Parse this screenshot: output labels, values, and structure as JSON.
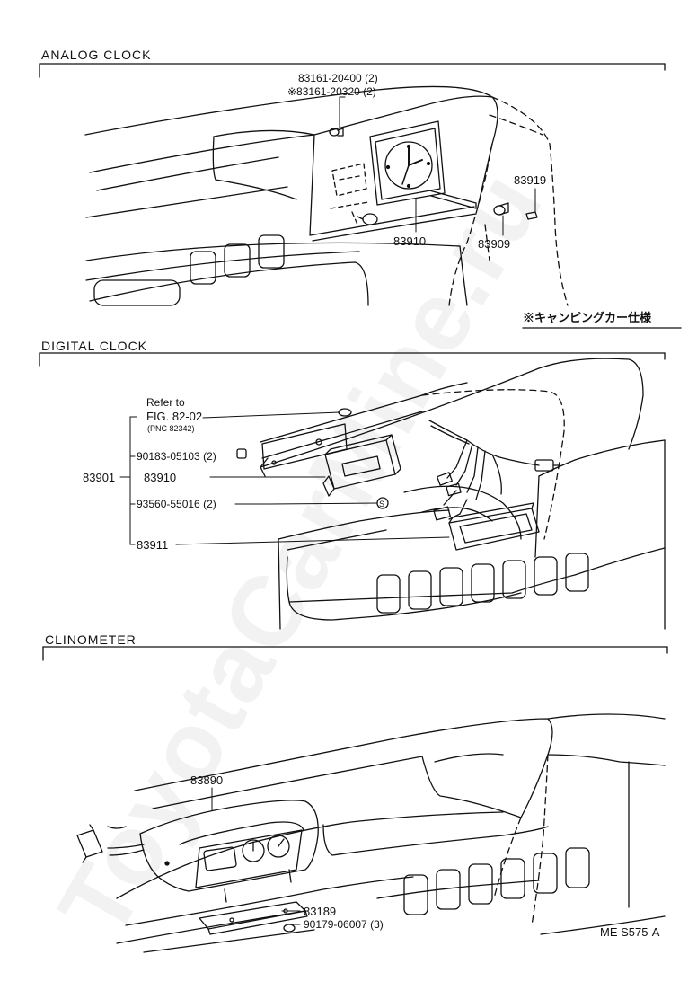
{
  "sections": {
    "analog": {
      "title": "ANALOG CLOCK",
      "parts": {
        "screw_a": "83161-20400 (2)",
        "screw_b": "※83161-20320 (2)",
        "p83919": "83919",
        "p83910": "83910",
        "p83909": "83909"
      },
      "note": "※キャンピングカー仕様"
    },
    "digital": {
      "title": "DIGITAL CLOCK",
      "parts": {
        "refer_to": "Refer to",
        "fig": "FIG. 82-02",
        "pnc": "(PNC 82342)",
        "screw": "90183-05103 (2)",
        "assy": "83901",
        "clock": "83910",
        "nut": "93560-55016 (2)",
        "bezel": "83911"
      }
    },
    "clinometer": {
      "title": "CLINOMETER",
      "parts": {
        "gauge": "83890",
        "bracket": "83189",
        "screw": "90179-06007 (3)"
      }
    }
  },
  "page_code": "ME  S575-A",
  "watermark": "ToyotaCarMine.ru",
  "symbols": {
    "screw_marker": "S"
  }
}
